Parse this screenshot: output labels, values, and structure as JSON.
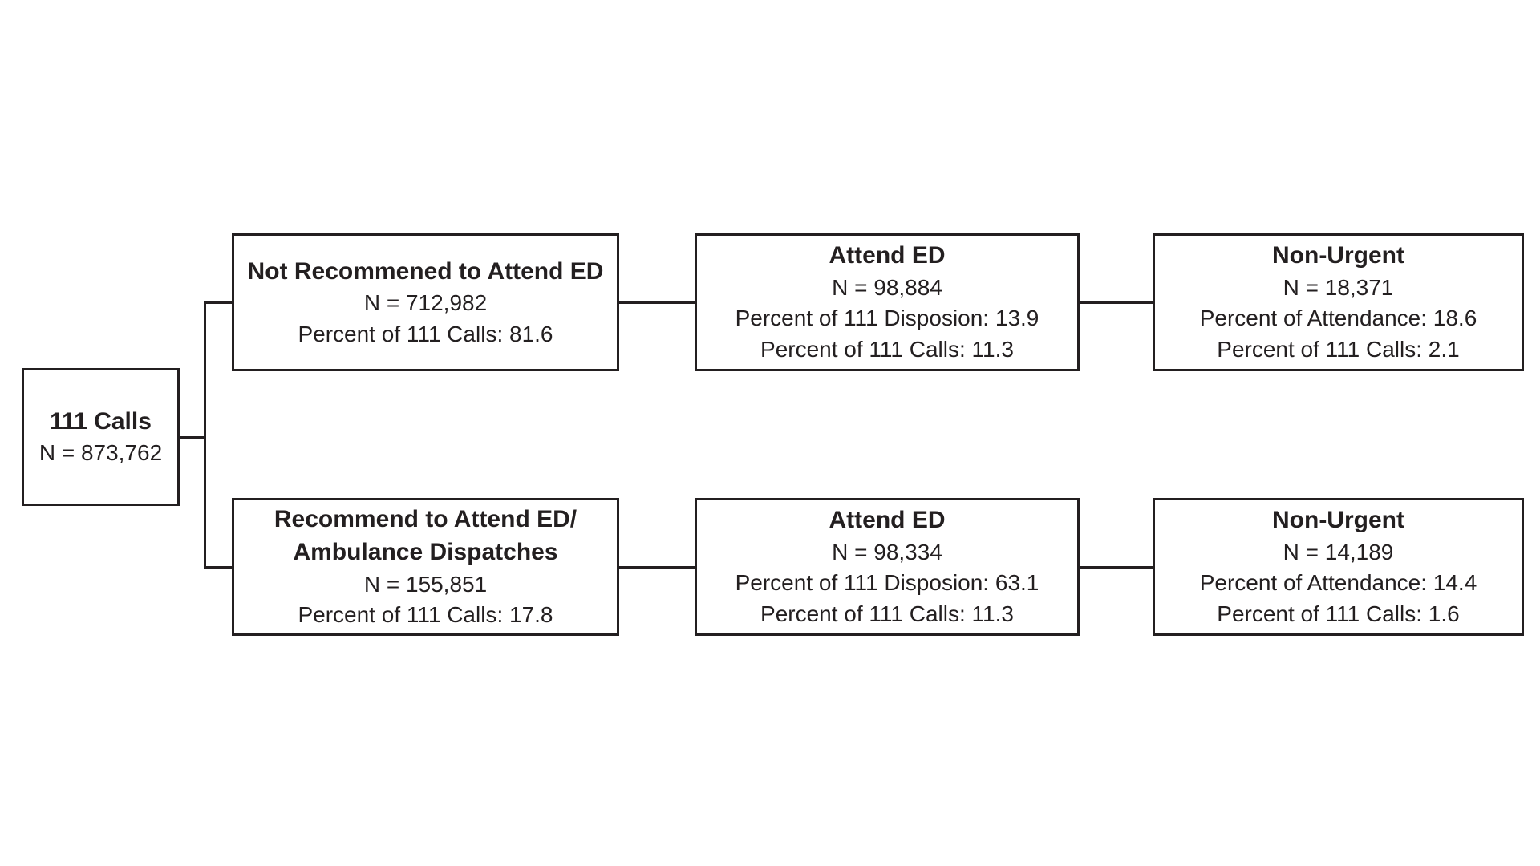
{
  "diagram": {
    "root": {
      "title": "111 Calls",
      "n": "N = 873,762"
    },
    "top": {
      "stage1": {
        "title": "Not Recommened to Attend ED",
        "n": "N = 712,982",
        "pct_calls": "Percent of 111 Calls: 81.6"
      },
      "stage2": {
        "title": "Attend ED",
        "n": "N = 98,884",
        "pct_disposition": "Percent of 111 Disposion: 13.9",
        "pct_calls": "Percent of 111 Calls: 11.3"
      },
      "stage3": {
        "title": "Non-Urgent",
        "n": "N = 18,371",
        "pct_attendance": "Percent of Attendance: 18.6",
        "pct_calls": "Percent of 111 Calls: 2.1"
      }
    },
    "bottom": {
      "stage1": {
        "title_line1": "Recommend to Attend ED/",
        "title_line2": "Ambulance Dispatches",
        "n": "N = 155,851",
        "pct_calls": "Percent of 111 Calls: 17.8"
      },
      "stage2": {
        "title": "Attend ED",
        "n": "N = 98,334",
        "pct_disposition": "Percent of 111 Disposion: 63.1",
        "pct_calls": "Percent of 111 Calls: 11.3"
      },
      "stage3": {
        "title": "Non-Urgent",
        "n": "N = 14,189",
        "pct_attendance": "Percent of Attendance: 14.4",
        "pct_calls": "Percent of 111 Calls: 1.6"
      }
    },
    "colors": {
      "line": "#231f20",
      "background": "#ffffff"
    }
  }
}
